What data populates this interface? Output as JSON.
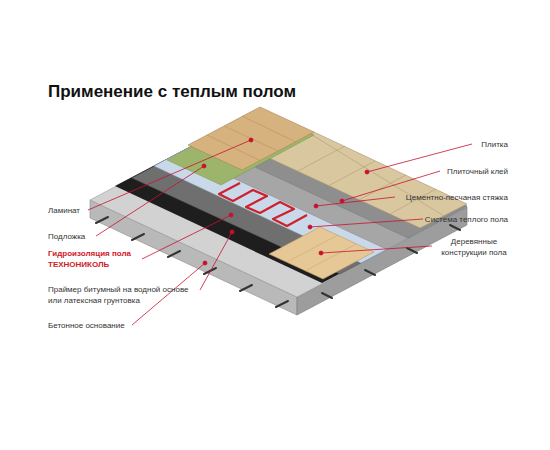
{
  "diagram": {
    "title": "Применение с теплым полом",
    "labels": [
      "Плитка",
      "Плиточный клей",
      "Цементно-песчаная стяжка",
      "Ламинат",
      "Система теплого пола",
      "Подложка",
      "Деревянные конструкции пола",
      "Гидроизоляция пола ТЕХНОНИКОЛЬ",
      "Праймер битумный на водной основе или латексная грунтовка",
      "Бетонное основание"
    ]
  }
}
